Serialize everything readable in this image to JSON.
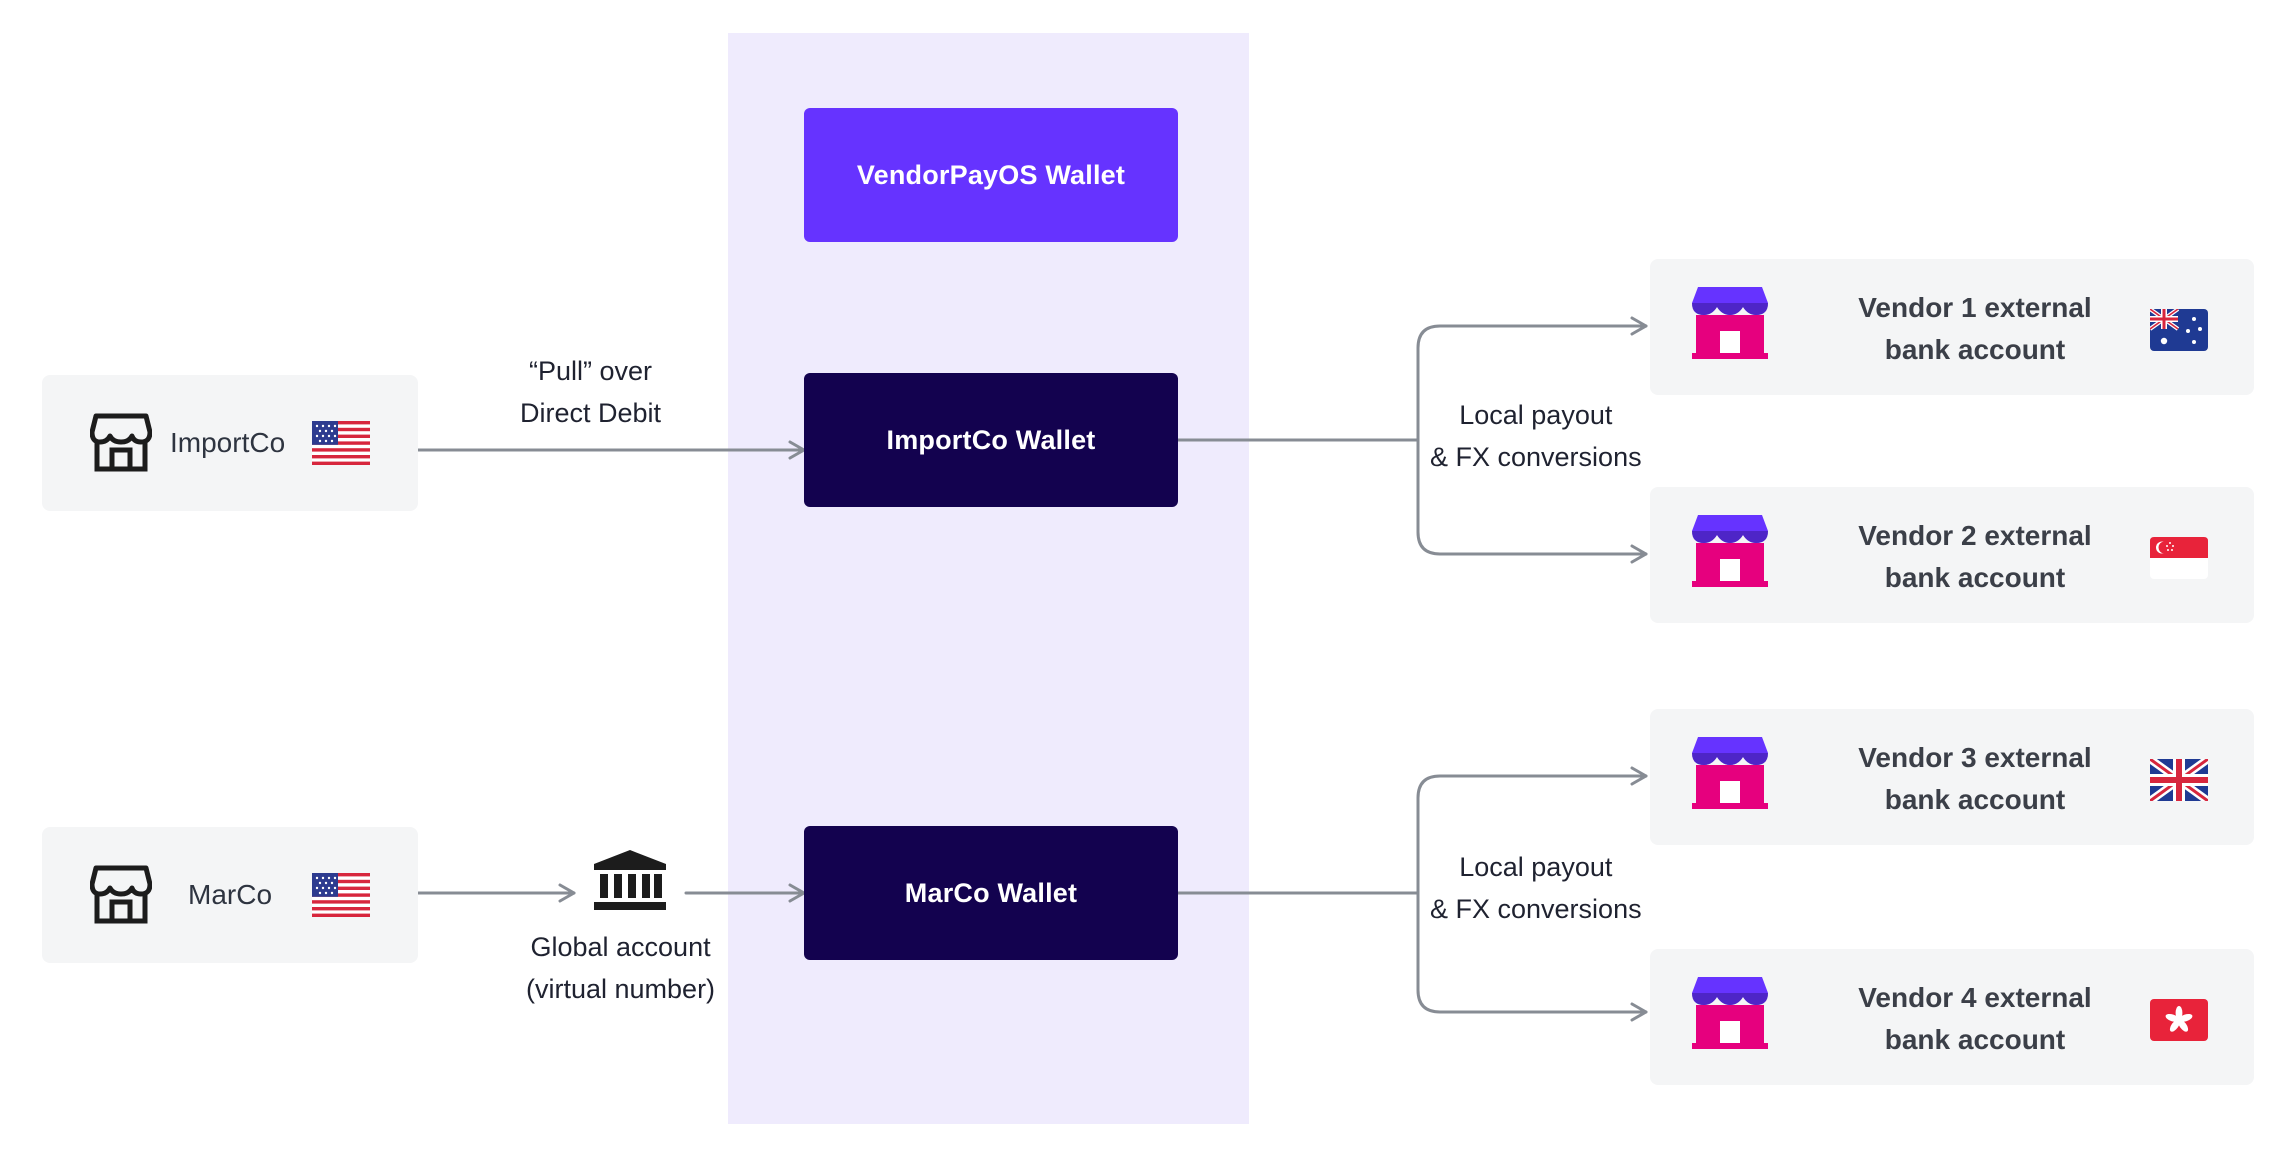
{
  "wallets": {
    "platform": "VendorPayOS Wallet",
    "importco": "ImportCo Wallet",
    "marco": "MarCo Wallet"
  },
  "sources": {
    "importco": {
      "name": "ImportCo",
      "flag": "us-flag-icon"
    },
    "marco": {
      "name": "MarCo",
      "flag": "us-flag-icon"
    }
  },
  "labels": {
    "pull_line1": "“Pull” over",
    "pull_line2": "Direct Debit",
    "global_line1": "Global account",
    "global_line2": "(virtual number)",
    "payout_top_line1": "Local payout",
    "payout_top_line2": "& FX conversions",
    "payout_bottom_line1": "Local payout",
    "payout_bottom_line2": "& FX conversions"
  },
  "vendors": [
    {
      "line1": "Vendor 1 external",
      "line2": "bank account",
      "flag": "australia-flag-icon"
    },
    {
      "line1": "Vendor 2 external",
      "line2": "bank account",
      "flag": "singapore-flag-icon"
    },
    {
      "line1": "Vendor 3 external",
      "line2": "bank account",
      "flag": "uk-flag-icon"
    },
    {
      "line1": "Vendor 4 external",
      "line2": "bank account",
      "flag": "hong-kong-flag-icon"
    }
  ],
  "colors": {
    "brand_purple": "#6633ff",
    "wallet_dark": "#13024f",
    "column_bg": "#efebfd",
    "vendor_pink": "#e6007e",
    "vendor_awning": "#6633ff",
    "connector": "#878c94"
  }
}
